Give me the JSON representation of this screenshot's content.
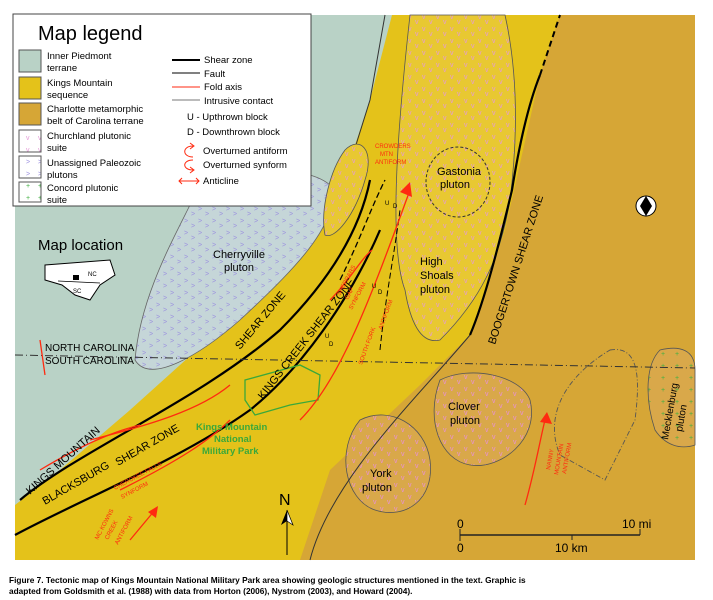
{
  "colors": {
    "inner_piedmont": "#b9d2c6",
    "kings_mountain": "#e4c21a",
    "charlotte": "#d6a636",
    "fold": "#ff2a10",
    "park": "#3aa83a",
    "pluton_pink": "#e59ad8"
  },
  "legend": {
    "title": "Map legend",
    "units": [
      {
        "label1": "Inner Piedmont",
        "label2": "terrane"
      },
      {
        "label1": "Kings Mountain",
        "label2": "sequence"
      },
      {
        "label1": "Charlotte metamorphic",
        "label2": "belt of Carolina terrane"
      },
      {
        "label1": "Churchland plutonic",
        "label2": "suite"
      },
      {
        "label1": "Unassigned Paleozoic",
        "label2": "plutons"
      },
      {
        "label1": "Concord plutonic",
        "label2": "suite"
      }
    ],
    "lines": [
      "Shear zone",
      "Fault",
      "Fold axis",
      "Intrusive contact",
      "U - Upthrown block",
      "D - Downthrown block",
      "Overturned antiform",
      "Overturned synform",
      "Anticline"
    ]
  },
  "location": {
    "title": "Map location",
    "nc": "NC",
    "sc": "SC"
  },
  "map_labels": {
    "cherryville1": "Cherryville",
    "cherryville2": "pluton",
    "gastonia1": "Gastonia",
    "gastonia2": "pluton",
    "highshoals1": "High",
    "highshoals2": "Shoals",
    "highshoals3": "pluton",
    "clover1": "Clover",
    "clover2": "pluton",
    "york1": "York",
    "york2": "pluton",
    "mecklenburg1": "Mecklenburg",
    "mecklenburg2": "pluton",
    "nc": "NORTH CAROLINA",
    "sc": "SOUTH CAROLINA",
    "kmsz": "KINGS MOUNTAIN",
    "shearzone1": "SHEAR ZONE",
    "blacksburg": "BLACKSBURG",
    "shearzone2": "SHEAR ZONE",
    "kcsz": "KINGS CREEK SHEAR ZONE",
    "boogertown": "BOOGERTOWN SHEAR ZONE",
    "park1": "Kings Mountain",
    "park2": "National",
    "park3": "Military Park",
    "crowders1": "CROWDERS",
    "crowders2": "MTN",
    "crowders3": "ANTIFORM",
    "sherrars1": "SHERRARS",
    "sherrars2": "GAP",
    "sherrars3": "SYNFORM",
    "southfork1": "SOUTH FORK",
    "southfork2": "ANTIFORM",
    "cherokee1": "CHEROKEE FALLS",
    "cherokee2": "SYNFORM",
    "mckowns1": "MC KOWNS",
    "mckowns2": "CREEK",
    "mckowns3": "ANTIFORM",
    "nanny1": "NANNY",
    "nanny2": "MOUNTAIN",
    "nanny3": "ANTIFORM",
    "u": "U",
    "d": "D",
    "north": "N"
  },
  "scale": {
    "mi_zero": "0",
    "mi_label": "10 mi",
    "km_zero": "0",
    "km_label": "10 km"
  },
  "caption": {
    "line1": "Figure 7. Tectonic map of Kings Mountain National Military Park area showing geologic structures mentioned in the text. Graphic is",
    "line2": "adapted from Goldsmith et al. (1988) with data from Horton (2006), Nystrom (2003), and Howard (2004)."
  }
}
